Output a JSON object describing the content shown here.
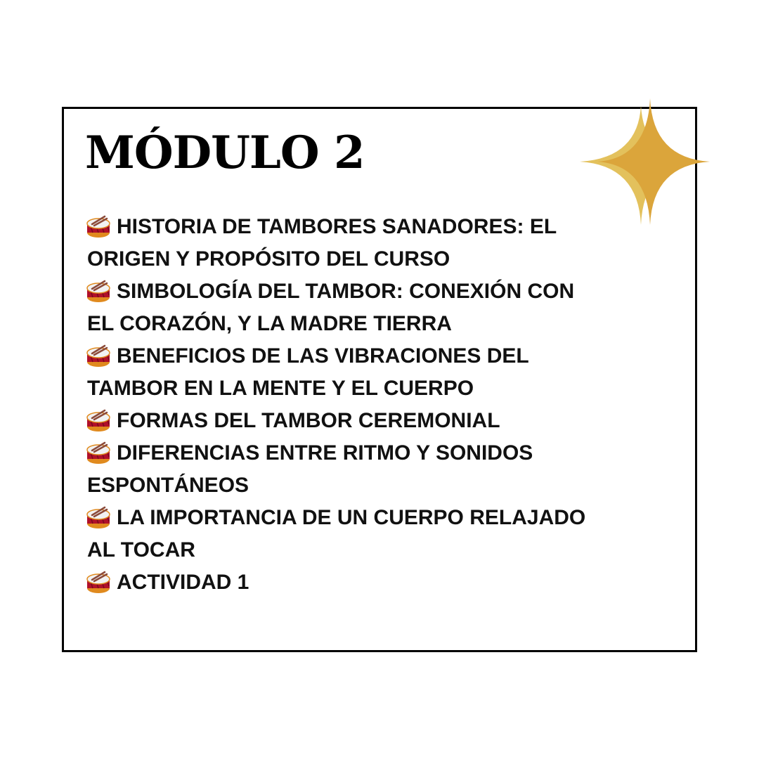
{
  "title": "MÓDULO 2",
  "colors": {
    "sparkle_light": "#E3C15C",
    "sparkle_dark": "#DBA53B",
    "drum_body": "#B0102A",
    "border": "#000000"
  },
  "items": [
    {
      "icon": "drum-icon",
      "lines": [
        "HISTORIA DE TAMBORES SANADORES: EL",
        "ORIGEN Y PROPÓSITO DEL CURSO"
      ]
    },
    {
      "icon": "drum-icon",
      "lines": [
        "SIMBOLOGÍA DEL TAMBOR: CONEXIÓN CON",
        "EL CORAZÓN, Y LA MADRE TIERRA"
      ]
    },
    {
      "icon": "drum-icon",
      "lines": [
        "BENEFICIOS DE LAS VIBRACIONES DEL",
        "TAMBOR EN LA MENTE Y EL CUERPO"
      ]
    },
    {
      "icon": "drum-icon",
      "lines": [
        "FORMAS DEL TAMBOR CEREMONIAL"
      ]
    },
    {
      "icon": "drum-icon",
      "lines": [
        "DIFERENCIAS ENTRE RITMO Y SONIDOS",
        "ESPONTÁNEOS"
      ]
    },
    {
      "icon": "drum-icon",
      "lines": [
        "LA IMPORTANCIA DE UN CUERPO RELAJADO",
        "AL TOCAR"
      ]
    },
    {
      "icon": "drum-icon",
      "lines": [
        "ACTIVIDAD 1"
      ]
    }
  ]
}
